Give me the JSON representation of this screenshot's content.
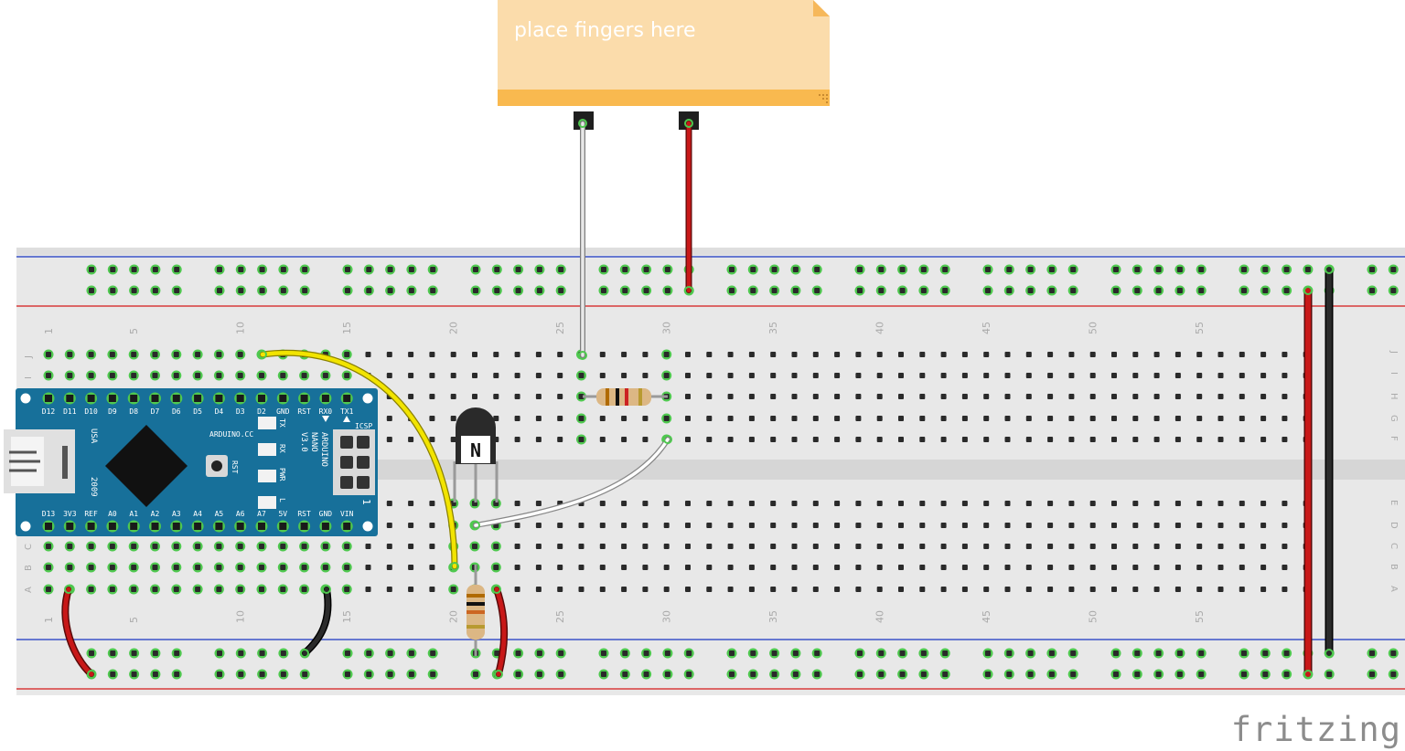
{
  "note": {
    "text": "place fingers here"
  },
  "breadboard": {
    "columns": 60,
    "top_rows": [
      "J",
      "I",
      "H",
      "G",
      "F"
    ],
    "bottom_rows": [
      "E",
      "D",
      "C",
      "B",
      "A"
    ],
    "column_numbers": [
      "1",
      "5",
      "10",
      "15",
      "20",
      "25",
      "30",
      "35",
      "40",
      "45",
      "50",
      "55"
    ]
  },
  "arduino": {
    "top_pins": [
      "D12",
      "D11",
      "D10",
      "D9",
      "D8",
      "D7",
      "D6",
      "D5",
      "D4",
      "D3",
      "D2",
      "GND",
      "RST",
      "RX0",
      "TX1"
    ],
    "bottom_pins": [
      "D13",
      "3V3",
      "REF",
      "A0",
      "A1",
      "A2",
      "A3",
      "A4",
      "A5",
      "A6",
      "A7",
      "5V",
      "RST",
      "GND",
      "VIN"
    ],
    "brand": "ARDUINO.CC",
    "model_line1": "ARDUINO",
    "model_line2": "NANO",
    "model_line3": "V3.0",
    "usa": "USA",
    "year": "2009",
    "icsp": "ICSP",
    "rst": "RST",
    "led_labels": [
      "TX",
      "RX",
      "PWR",
      "L"
    ],
    "icsp_pin": "1"
  },
  "transistor": {
    "marking": "N"
  },
  "colors": {
    "note_body": "#fbdcab",
    "note_bar": "#f9b94f",
    "board": "#e8e8e8",
    "rail_blue": "#3a52c8",
    "rail_red": "#d83a3a",
    "arduino": "#17709a",
    "wire_red": "#c81818",
    "wire_black": "#2a2a2a",
    "wire_yellow": "#f2e400",
    "wire_white": "#ffffff",
    "wire_gray": "#c8c8c8",
    "hole_green": "#4fc84f"
  },
  "brand": "fritzing"
}
